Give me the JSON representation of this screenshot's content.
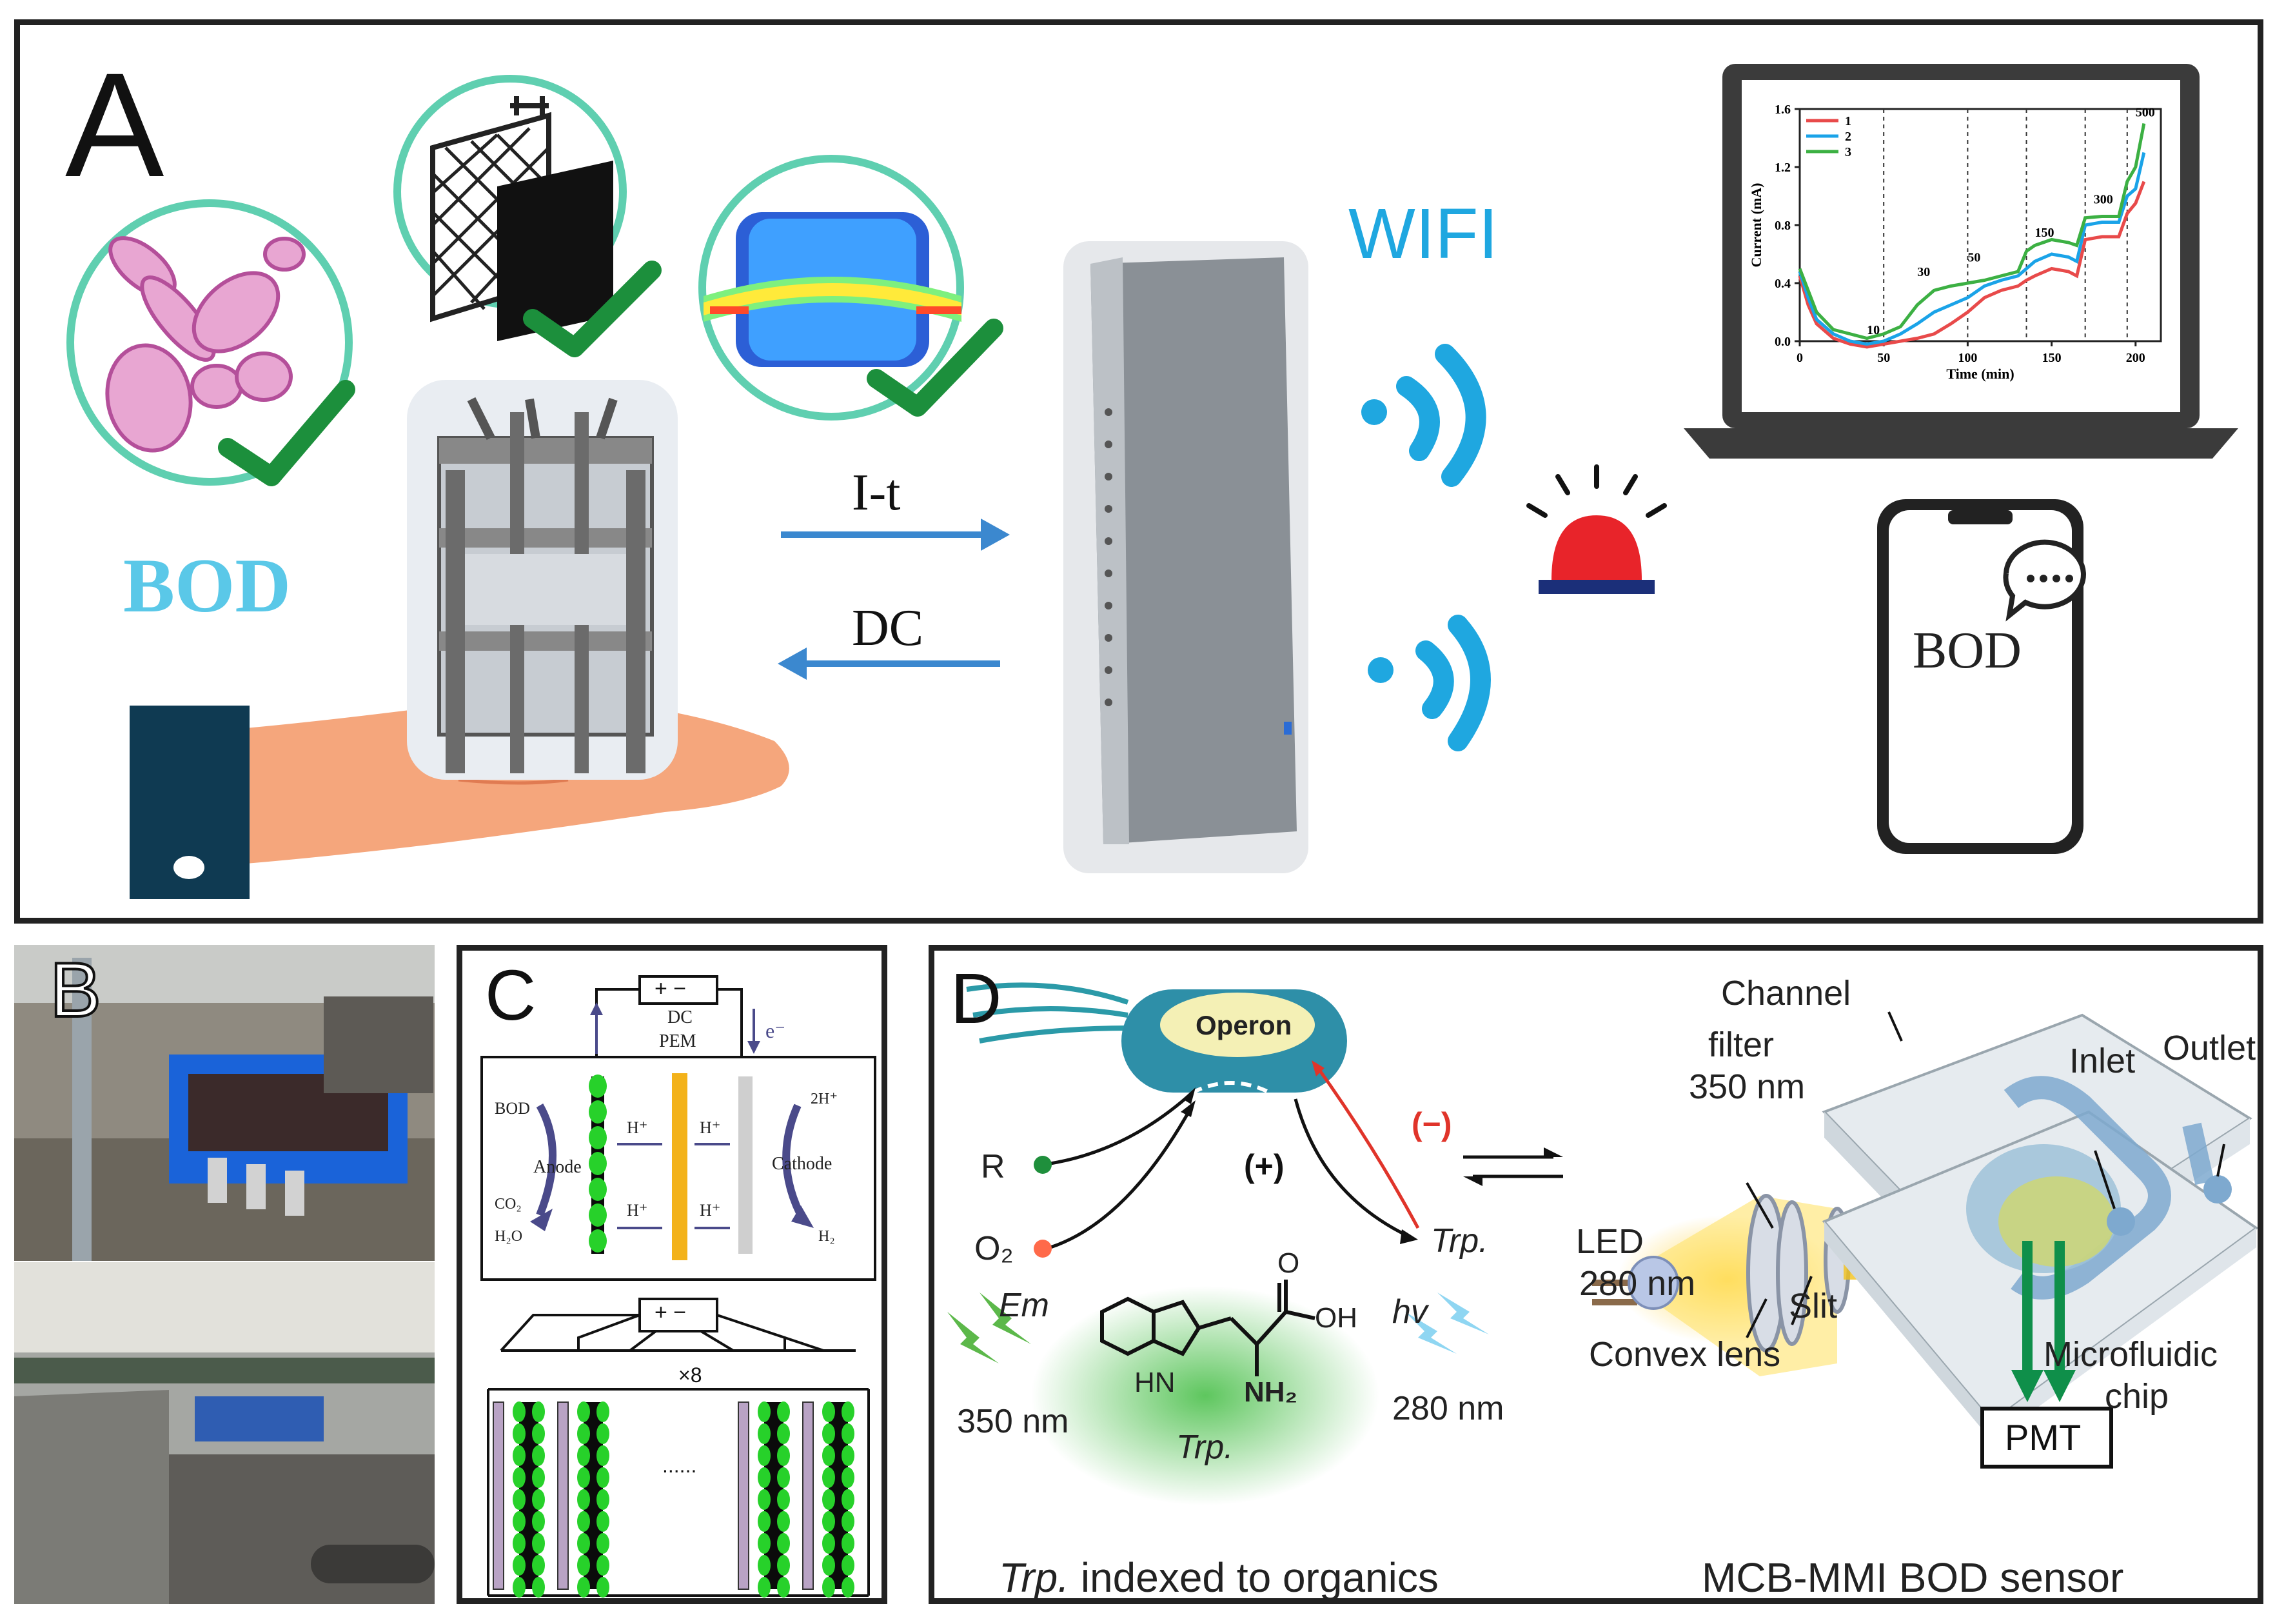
{
  "panel_a": {
    "letter": "A",
    "bod_label": "BOD",
    "wifi_label": "WIFI",
    "arrow_top_label": "I-t",
    "arrow_bottom_label": "DC",
    "phone_label": "BOD",
    "chart_data": {
      "type": "line",
      "ylabel": "Current (mA)",
      "xlabel": "Time (min)",
      "ylim": [
        0.0,
        1.6
      ],
      "xlim": [
        0,
        200
      ],
      "yticks": [
        "0.0",
        "0.4",
        "0.8",
        "1.2",
        "1.6"
      ],
      "xticks": [
        "0",
        "50",
        "100",
        "150",
        "200"
      ],
      "legend": [
        "1",
        "2",
        "3"
      ],
      "legend_position": "top-left",
      "annotations": [
        "10",
        "30",
        "50",
        "150",
        "300",
        "500"
      ],
      "colors": {
        "1": "#e84a4a",
        "2": "#1aa3e8",
        "3": "#3cb043"
      },
      "x": [
        0,
        5,
        10,
        20,
        30,
        40,
        50,
        60,
        70,
        80,
        90,
        100,
        110,
        120,
        130,
        135,
        140,
        150,
        160,
        165,
        170,
        180,
        190,
        195,
        200,
        205
      ],
      "series": [
        {
          "name": "1",
          "values": [
            0.45,
            0.25,
            0.12,
            0.02,
            -0.02,
            -0.04,
            -0.02,
            0.0,
            0.02,
            0.05,
            0.12,
            0.2,
            0.3,
            0.35,
            0.38,
            0.42,
            0.45,
            0.5,
            0.48,
            0.45,
            0.7,
            0.72,
            0.72,
            0.88,
            0.95,
            1.1
          ]
        },
        {
          "name": "2",
          "values": [
            0.48,
            0.3,
            0.15,
            0.05,
            0.0,
            -0.02,
            0.0,
            0.05,
            0.12,
            0.2,
            0.25,
            0.3,
            0.38,
            0.42,
            0.45,
            0.5,
            0.55,
            0.6,
            0.58,
            0.55,
            0.8,
            0.82,
            0.82,
            1.0,
            1.05,
            1.3
          ]
        },
        {
          "name": "3",
          "values": [
            0.5,
            0.35,
            0.2,
            0.08,
            0.05,
            0.02,
            0.05,
            0.1,
            0.25,
            0.35,
            0.38,
            0.4,
            0.42,
            0.45,
            0.48,
            0.62,
            0.66,
            0.7,
            0.68,
            0.66,
            0.85,
            0.86,
            0.86,
            1.1,
            1.2,
            1.5
          ]
        }
      ]
    },
    "colors": {
      "accent": "#1fa7e0",
      "check": "#1c8f3c",
      "circle": "#5fcfb0",
      "sleeve": "#0f3a52",
      "hand": "#f5a67c",
      "alarm": "#e8242a"
    }
  },
  "panel_b": {
    "letter": "B"
  },
  "panel_c": {
    "letter": "C",
    "top_battery": "+ −",
    "dc_label": "DC",
    "pem_label": "PEM",
    "electron_label": "e⁻",
    "bod_label": "BOD",
    "anode_label": "Anode",
    "co2_label": "CO₂",
    "h2o_label": "H₂O",
    "hplus_labels": [
      "H⁺",
      "H⁺",
      "H⁺",
      "H⁺"
    ],
    "two_h_label": "2H⁺",
    "cathode_label": "Cathode",
    "h2_label": "H₂",
    "bottom_battery": "+ −",
    "times_label": "×8",
    "dots_label": "......"
  },
  "panel_d": {
    "letter": "D",
    "operon_label": "Operon",
    "r_label": "R",
    "o2_label": "O₂",
    "plus_label": "(+)",
    "minus_label": "(−)",
    "trp_arrow_label": "Trp.",
    "em_label": "Em",
    "em_nm": "350 nm",
    "hv_label": "hv",
    "hv_nm": "280 nm",
    "oh_label": "OH",
    "o_label": "O",
    "nh2_label": "NH₂",
    "hn_label": "HN",
    "trp_center_label": "Trp.",
    "caption_italic": "Trp.",
    "caption_rest": " indexed to organics",
    "channel_label": "Channel",
    "filter_label": "filter",
    "filter_nm": "350 nm",
    "inlet_label": "Inlet",
    "outlet_label": "Outlet",
    "led_label": "LED",
    "led_nm": "280 nm",
    "slit_label": "Slit",
    "convex_label": "Convex lens",
    "microfluidic_label": "Microfluidic",
    "chip_label": "chip",
    "pmt_label": "PMT",
    "sensor_caption": "MCB-MMI  BOD sensor"
  }
}
